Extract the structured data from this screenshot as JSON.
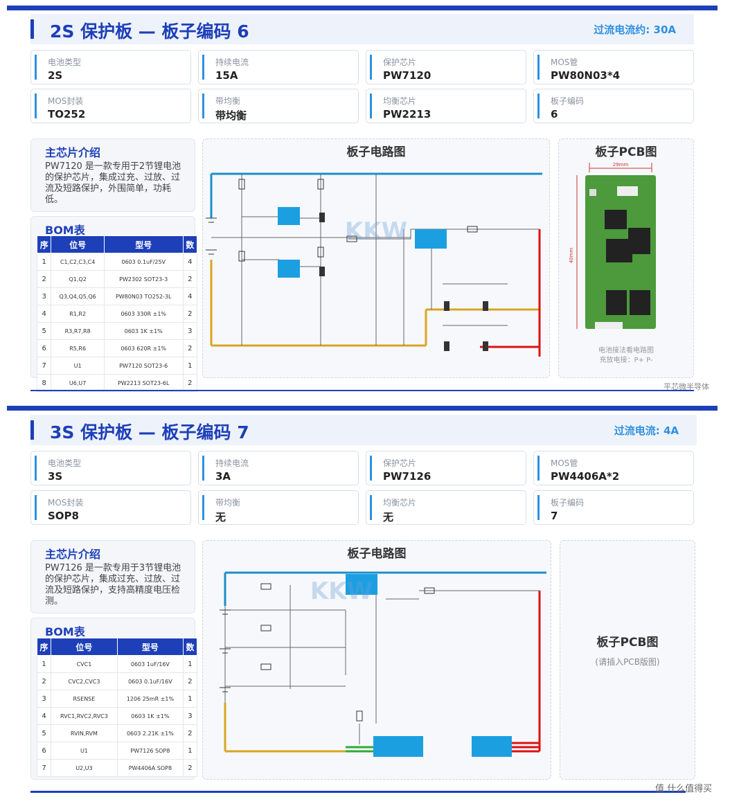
{
  "section1": {
    "title": "2S 保护板 — 板子编码 6",
    "overcurrent": "过流电流约: 30A",
    "cards": [
      {
        "label": "电池类型",
        "value": "2S"
      },
      {
        "label": "持续电流",
        "value": "15A"
      },
      {
        "label": "保护芯片",
        "value": "PW7120"
      },
      {
        "label": "MOS管",
        "value": "PW80N03*4"
      },
      {
        "label": "MOS封装",
        "value": "TO252"
      },
      {
        "label": "带均衡",
        "value": "带均衡"
      },
      {
        "label": "均衡芯片",
        "value": "PW2213"
      },
      {
        "label": "板子编码",
        "value": "6"
      }
    ],
    "intro_title": "主芯片介绍",
    "intro_text": "PW7120 是一款专用于2节锂电池的保护芯片，集成过充、过放、过流及短路保护，外围简单，功耗低。",
    "bom_title": "BOM表",
    "bom_headers": [
      "序",
      "位号",
      "型号",
      "数"
    ],
    "bom_rows": [
      [
        "1",
        "C1,C2,C3,C4",
        "0603 0.1uF/25V",
        "4"
      ],
      [
        "2",
        "Q1,Q2",
        "PW2302 SOT23-3",
        "2"
      ],
      [
        "3",
        "Q3,Q4,Q5,Q6",
        "PW80N03 TO252-3L",
        "4"
      ],
      [
        "4",
        "R1,R2",
        "0603 330R ±1%",
        "2"
      ],
      [
        "5",
        "R3,R7,R8",
        "0603 1K ±1%",
        "3"
      ],
      [
        "6",
        "R5,R6",
        "0603 620R ±1%",
        "2"
      ],
      [
        "7",
        "U1",
        "PW7120 SOT23-6",
        "1"
      ],
      [
        "8",
        "U6,U7",
        "PW2213 SOT23-6L",
        "2"
      ]
    ],
    "circuit_title": "板子电路图",
    "pcb_title": "板子PCB图",
    "pcb_caption1": "电池接法看电路图",
    "pcb_caption2": "充放电接：P+ P-",
    "pcb_dim_w": "29mm",
    "pcb_dim_h": "40mm",
    "footer": "平芯微半导体",
    "watermark": "KKW"
  },
  "section2": {
    "title": "3S 保护板 — 板子编码 7",
    "overcurrent": "过流电流: 4A",
    "cards": [
      {
        "label": "电池类型",
        "value": "3S"
      },
      {
        "label": "持续电流",
        "value": "3A"
      },
      {
        "label": "保护芯片",
        "value": "PW7126"
      },
      {
        "label": "MOS管",
        "value": "PW4406A*2"
      },
      {
        "label": "MOS封装",
        "value": "SOP8"
      },
      {
        "label": "带均衡",
        "value": "无"
      },
      {
        "label": "均衡芯片",
        "value": "无"
      },
      {
        "label": "板子编码",
        "value": "7"
      }
    ],
    "intro_title": "主芯片介绍",
    "intro_text": "PW7126 是一款专用于3节锂电池的保护芯片，集成过充、过放、过流及短路保护，支持高精度电压检测。",
    "bom_title": "BOM表",
    "bom_headers": [
      "序",
      "位号",
      "型号",
      "数"
    ],
    "bom_rows": [
      [
        "1",
        "CVC1",
        "0603 1uF/16V",
        "1"
      ],
      [
        "2",
        "CVC2,CVC3",
        "0603 0.1uF/16V",
        "2"
      ],
      [
        "3",
        "RSENSE",
        "1206 25mR ±1%",
        "1"
      ],
      [
        "4",
        "RVC1,RVC2,RVC3",
        "0603 1K ±1%",
        "3"
      ],
      [
        "5",
        "RVIN,RVM",
        "0603 2.21K ±1%",
        "2"
      ],
      [
        "6",
        "U1",
        "PW7126 SOP8",
        "1"
      ],
      [
        "7",
        "U2,U3",
        "PW4406A SOP8",
        "2"
      ]
    ],
    "circuit_title": "板子电路图",
    "pcb_title": "板子PCB图",
    "pcb_placeholder": "(请插入PCB版图)",
    "footer": "值 什么值得买",
    "watermark": "KKW"
  }
}
